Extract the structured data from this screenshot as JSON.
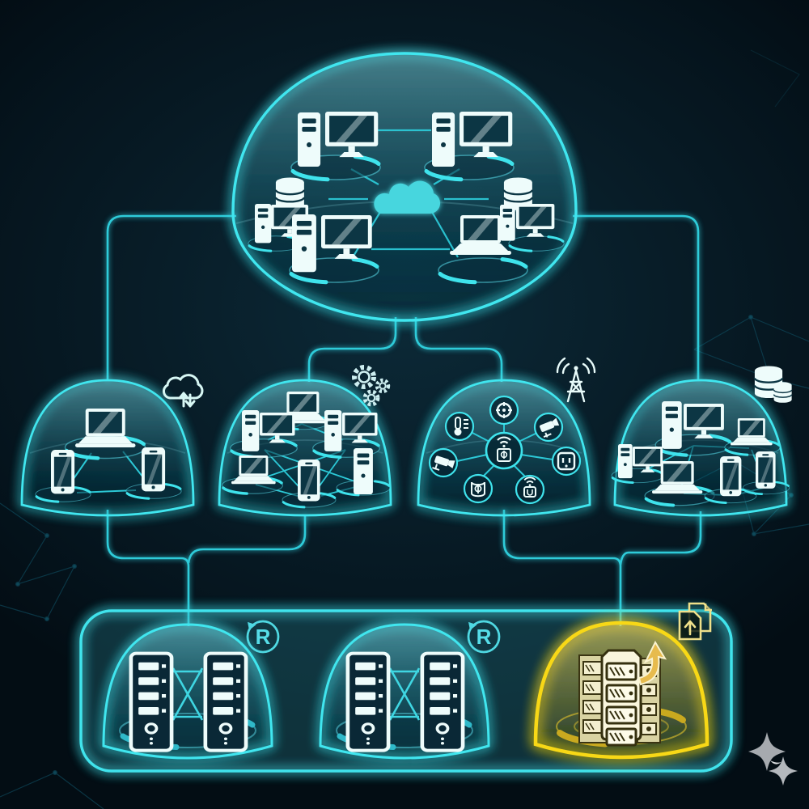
{
  "meta": {
    "title_semantic": "hierarchical-network-infrastructure-diagram",
    "colors": {
      "background": "#05141d",
      "accent_rim": "#41e6ef",
      "connector": "#2fcbd9",
      "device_fill": "#eefcfb",
      "device_dark": "#0c3644",
      "highlight_yellow": "#f8d818",
      "gold_icon": "#efe9c2",
      "watermark_gray": "#a6aaaf"
    }
  },
  "top_dome": {
    "name": "core-cloud-network",
    "center_icon": "cloud-icon",
    "devices": [
      "workstation-tower-monitor",
      "workstation-tower-monitor",
      "database-stack",
      "mini-workstation",
      "workstation-tower-monitor",
      "laptop",
      "database-stack",
      "mini-workstation"
    ]
  },
  "middle_domes": [
    {
      "name": "mobile-client-group",
      "badge_icon": "cloud-sync-icon",
      "devices": [
        "laptop",
        "smartphone",
        "smartphone"
      ]
    },
    {
      "name": "workstation-mesh-group",
      "badge_icon": "gears-icon",
      "devices": [
        "laptop",
        "workstation-tower-monitor",
        "workstation-tower-monitor",
        "laptop",
        "smartphone",
        "tower-pc"
      ]
    },
    {
      "name": "iot-device-hub",
      "badge_icon": "radio-tower-icon",
      "hub_icon": "wifi-hub-icon",
      "devices": [
        "compass-sensor",
        "thermometer-sensor",
        "security-camera",
        "cctv-camera",
        "power-outlet",
        "smart-plug",
        "wireless-sensor"
      ]
    },
    {
      "name": "mixed-device-group",
      "badge_icon": "database-icon",
      "devices": [
        "workstation-tower-monitor",
        "laptop",
        "mini-workstation",
        "laptop",
        "smartphone",
        "smartphone"
      ]
    }
  ],
  "bottom_panel": {
    "name": "server-infrastructure-layer",
    "clusters": [
      {
        "name": "replicated-server-pair-1",
        "badge_icon": "refresh-icon",
        "badge_label": "R",
        "highlighted": false
      },
      {
        "name": "replicated-server-pair-2",
        "badge_icon": "refresh-icon",
        "badge_label": "R",
        "highlighted": false
      },
      {
        "name": "backup-archive-cluster",
        "badge_icon": "file-upload-icon",
        "badge_label": "",
        "highlighted": true
      }
    ]
  },
  "watermark": {
    "name": "sparkle-logo"
  }
}
